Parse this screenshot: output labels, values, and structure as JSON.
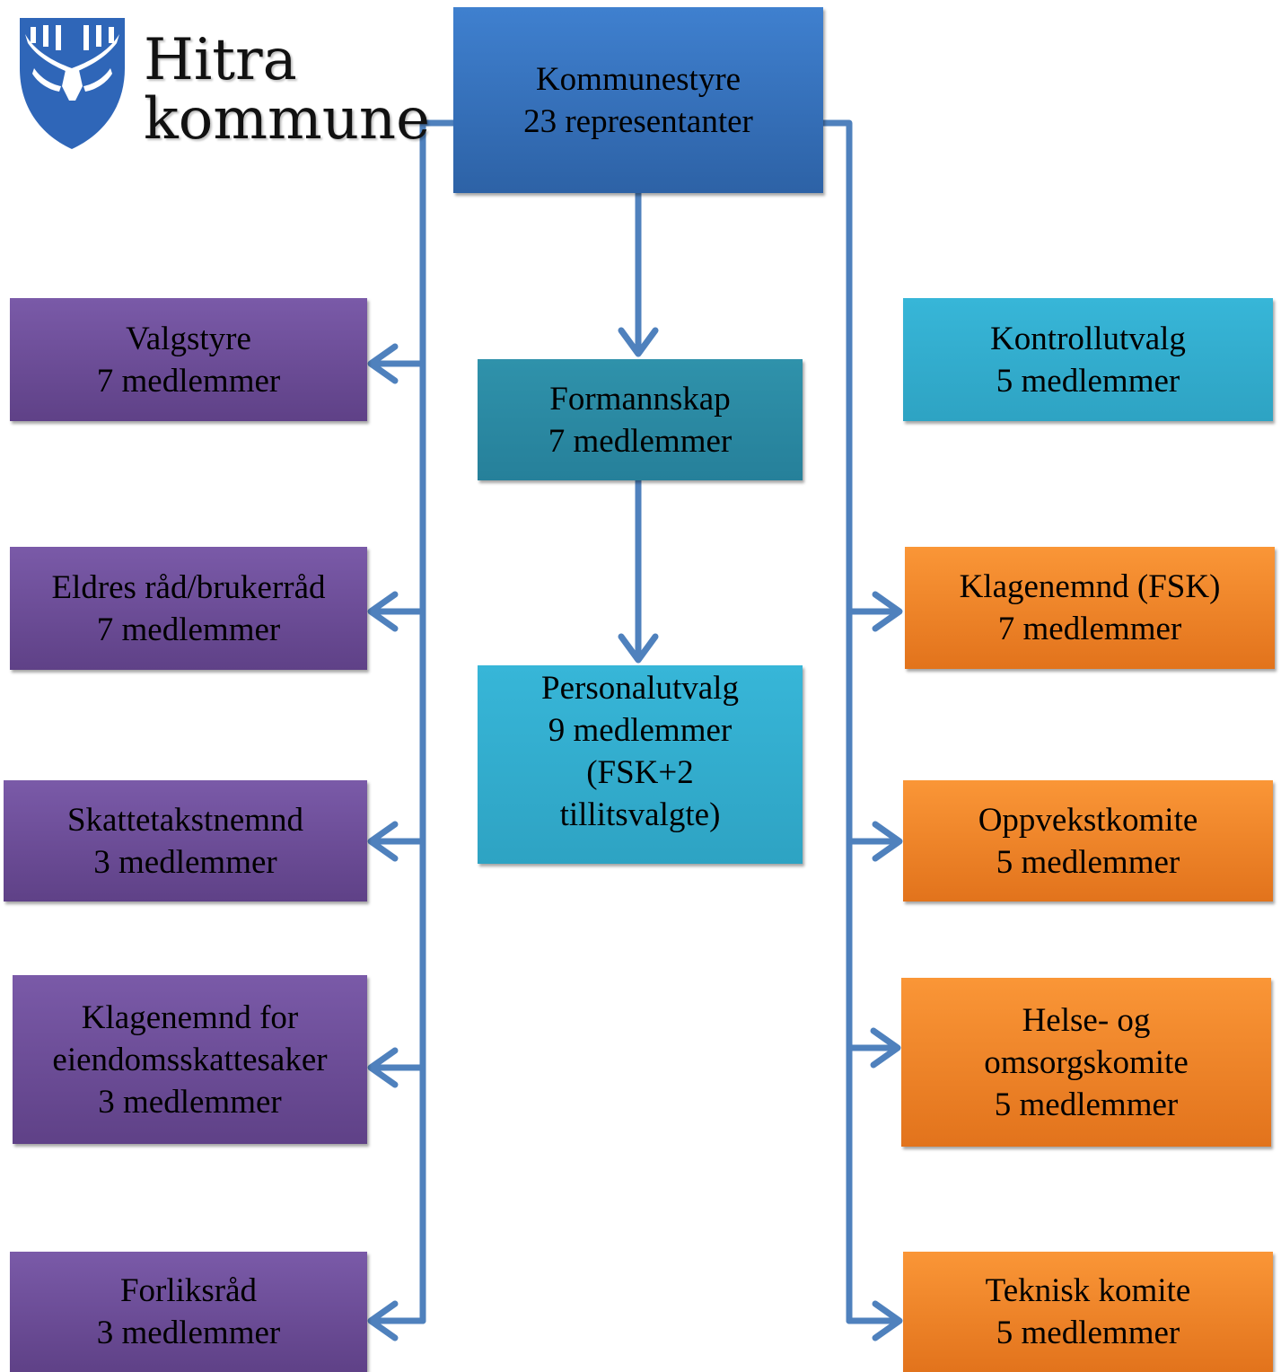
{
  "logo": {
    "line1": "Hitra",
    "line2": "kommune",
    "color": "#2f66b8",
    "icon": "moose-antler-crest-icon"
  },
  "top": {
    "name": "Kommunestyre",
    "members": "23 representanter"
  },
  "center": [
    {
      "name": "Formannskap",
      "members": "7 medlemmer"
    },
    {
      "name": "Personalutvalg",
      "members": "9 medlemmer",
      "note1": "(FSK+2",
      "note2": "tillitsvalgte)"
    }
  ],
  "left": [
    {
      "name": "Valgstyre",
      "members": "7 medlemmer"
    },
    {
      "name": "Eldres råd/brukerråd",
      "members": "7 medlemmer"
    },
    {
      "name": "Skattetakstnemnd",
      "members": "3 medlemmer"
    },
    {
      "name_line1": "Klagenemnd for",
      "name_line2": "eiendomsskattesaker",
      "members": "3 medlemmer"
    },
    {
      "name": "Forliksråd",
      "members": "3 medlemmer"
    }
  ],
  "right": [
    {
      "name": "Kontrollutvalg",
      "members": "5 medlemmer"
    },
    {
      "name": "Klagenemnd (FSK)",
      "members": "7 medlemmer"
    },
    {
      "name": "Oppvekstkomite",
      "members": "5 medlemmer"
    },
    {
      "name_line1": "Helse- og",
      "name_line2": "omsorgskomite",
      "members": "5 medlemmer"
    },
    {
      "name": "Teknisk komite",
      "members": "5 medlemmer"
    }
  ],
  "colors": {
    "connector": "#4f81bd",
    "top": "#3a73c0",
    "formannskap": "#2a8aa3",
    "light_cyan": "#34b0d2",
    "purple": "#6d4e9a",
    "orange": "#f18a2c"
  }
}
